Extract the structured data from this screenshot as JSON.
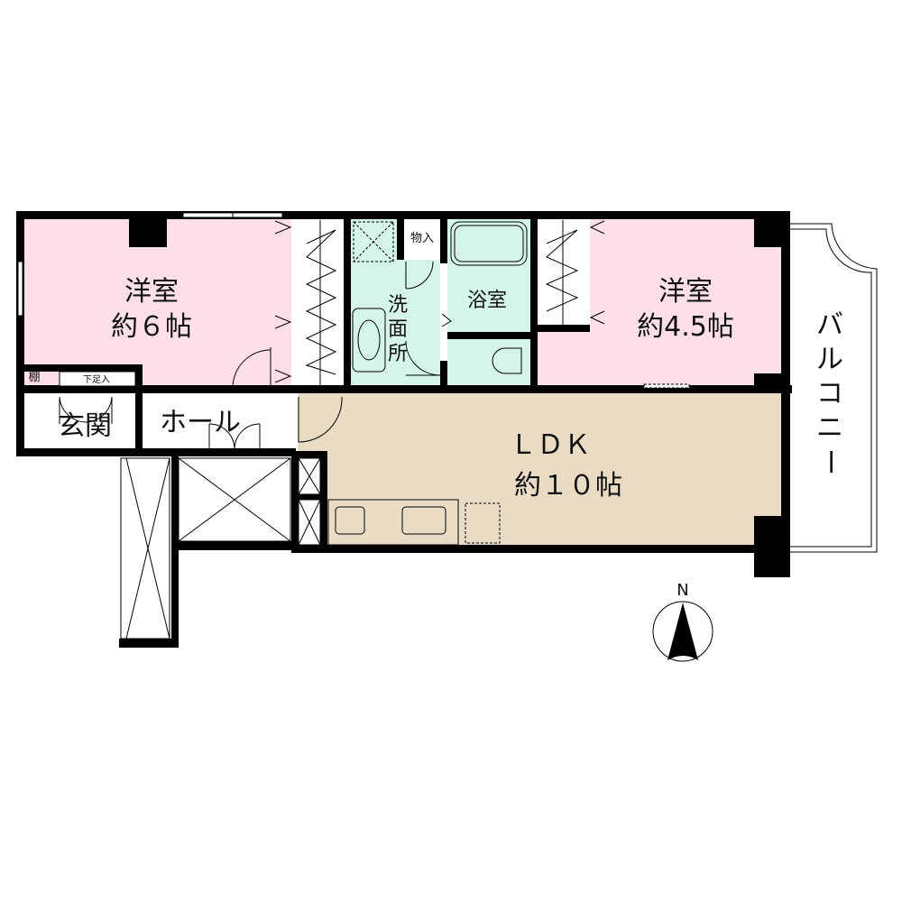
{
  "title": "Floor plan",
  "colors": {
    "bedroom": "#fde0e7",
    "wet_area": "#d5f5ec",
    "ldk": "#eadcc4",
    "wall": "#000000",
    "background": "#ffffff"
  },
  "rooms": {
    "bedroom_west": {
      "name": "洋室",
      "size": "約６帖"
    },
    "bedroom_east": {
      "name": "洋室",
      "size": "約4.5帖"
    },
    "ldk": {
      "name": "ＬＤＫ",
      "size": "約１０帖"
    },
    "washroom": {
      "name": "洗面所",
      "chars": [
        "洗",
        "面",
        "所"
      ]
    },
    "bathroom": {
      "name": "浴室"
    },
    "storage": {
      "name": "物入"
    },
    "entrance": {
      "name": "玄関"
    },
    "hall": {
      "name": "ホール"
    },
    "shelf": {
      "name": "棚"
    },
    "shoe_storage": {
      "name": "下足入"
    },
    "balcony": {
      "name": "バルコニー",
      "chars": [
        "バ",
        "ル",
        "コ",
        "ニ",
        "ー"
      ]
    }
  },
  "compass": {
    "label": "N"
  }
}
